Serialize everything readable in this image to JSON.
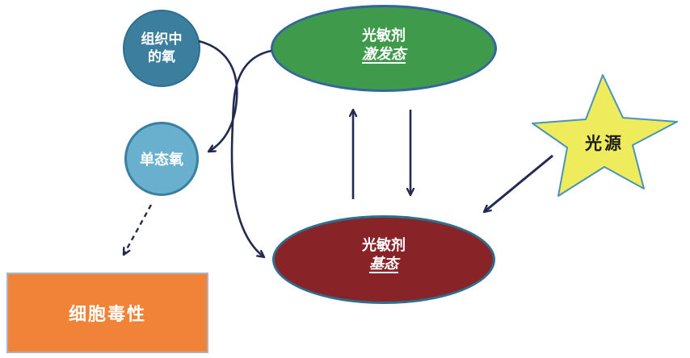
{
  "diagram": {
    "type": "flow-diagram",
    "topic": "photodynamic-therapy-mechanism",
    "background": "#ffffff",
    "arrow_color": "#232a52",
    "nodes": {
      "tissue_oxygen": {
        "shape": "circle",
        "line1": "组织中",
        "line2": "的氧",
        "fill": "#3b7e9d",
        "border": "#2d6f90",
        "text_color": "#ffffff"
      },
      "singlet_oxygen": {
        "shape": "circle",
        "label": "单态氧",
        "fill": "#68b0cd",
        "border": "#3a7ea1",
        "text_color": "#ffffff"
      },
      "cytotoxicity": {
        "shape": "rectangle",
        "label": "细胞毒性",
        "fill": "#f08338",
        "border": "#a9b6c2",
        "text_color": "#ffffff"
      },
      "photosensitizer_excited": {
        "shape": "ellipse",
        "line1": "光敏剂",
        "line2": "激发态",
        "line2_style": "italic-underline",
        "fill": "#3f9a4c",
        "border": "#33669a",
        "text_color": "#ffffff"
      },
      "photosensitizer_ground": {
        "shape": "ellipse",
        "line1": "光敏剂",
        "line2": "基态",
        "line2_style": "italic-underline",
        "fill": "#882427",
        "border": "#2e6e8e",
        "text_color": "#ffffff"
      },
      "light_source": {
        "shape": "star",
        "label": "光源",
        "fill": "#eeeb5c",
        "border": "#4a93b8",
        "text_color": "#1a1a1a"
      }
    },
    "edges": [
      {
        "from": "light_source",
        "to": "photosensitizer_ground",
        "style": "solid-straight"
      },
      {
        "from": "photosensitizer_ground",
        "to": "photosensitizer_excited",
        "style": "solid-straight"
      },
      {
        "from": "photosensitizer_excited",
        "to": "photosensitizer_ground",
        "style": "solid-straight"
      },
      {
        "from": "photosensitizer_excited",
        "to": "photosensitizer_ground",
        "style": "solid-curved"
      },
      {
        "from": "tissue_oxygen",
        "to": "singlet_oxygen",
        "style": "solid-curved"
      },
      {
        "from": "singlet_oxygen",
        "to": "cytotoxicity",
        "style": "dashed"
      }
    ]
  }
}
